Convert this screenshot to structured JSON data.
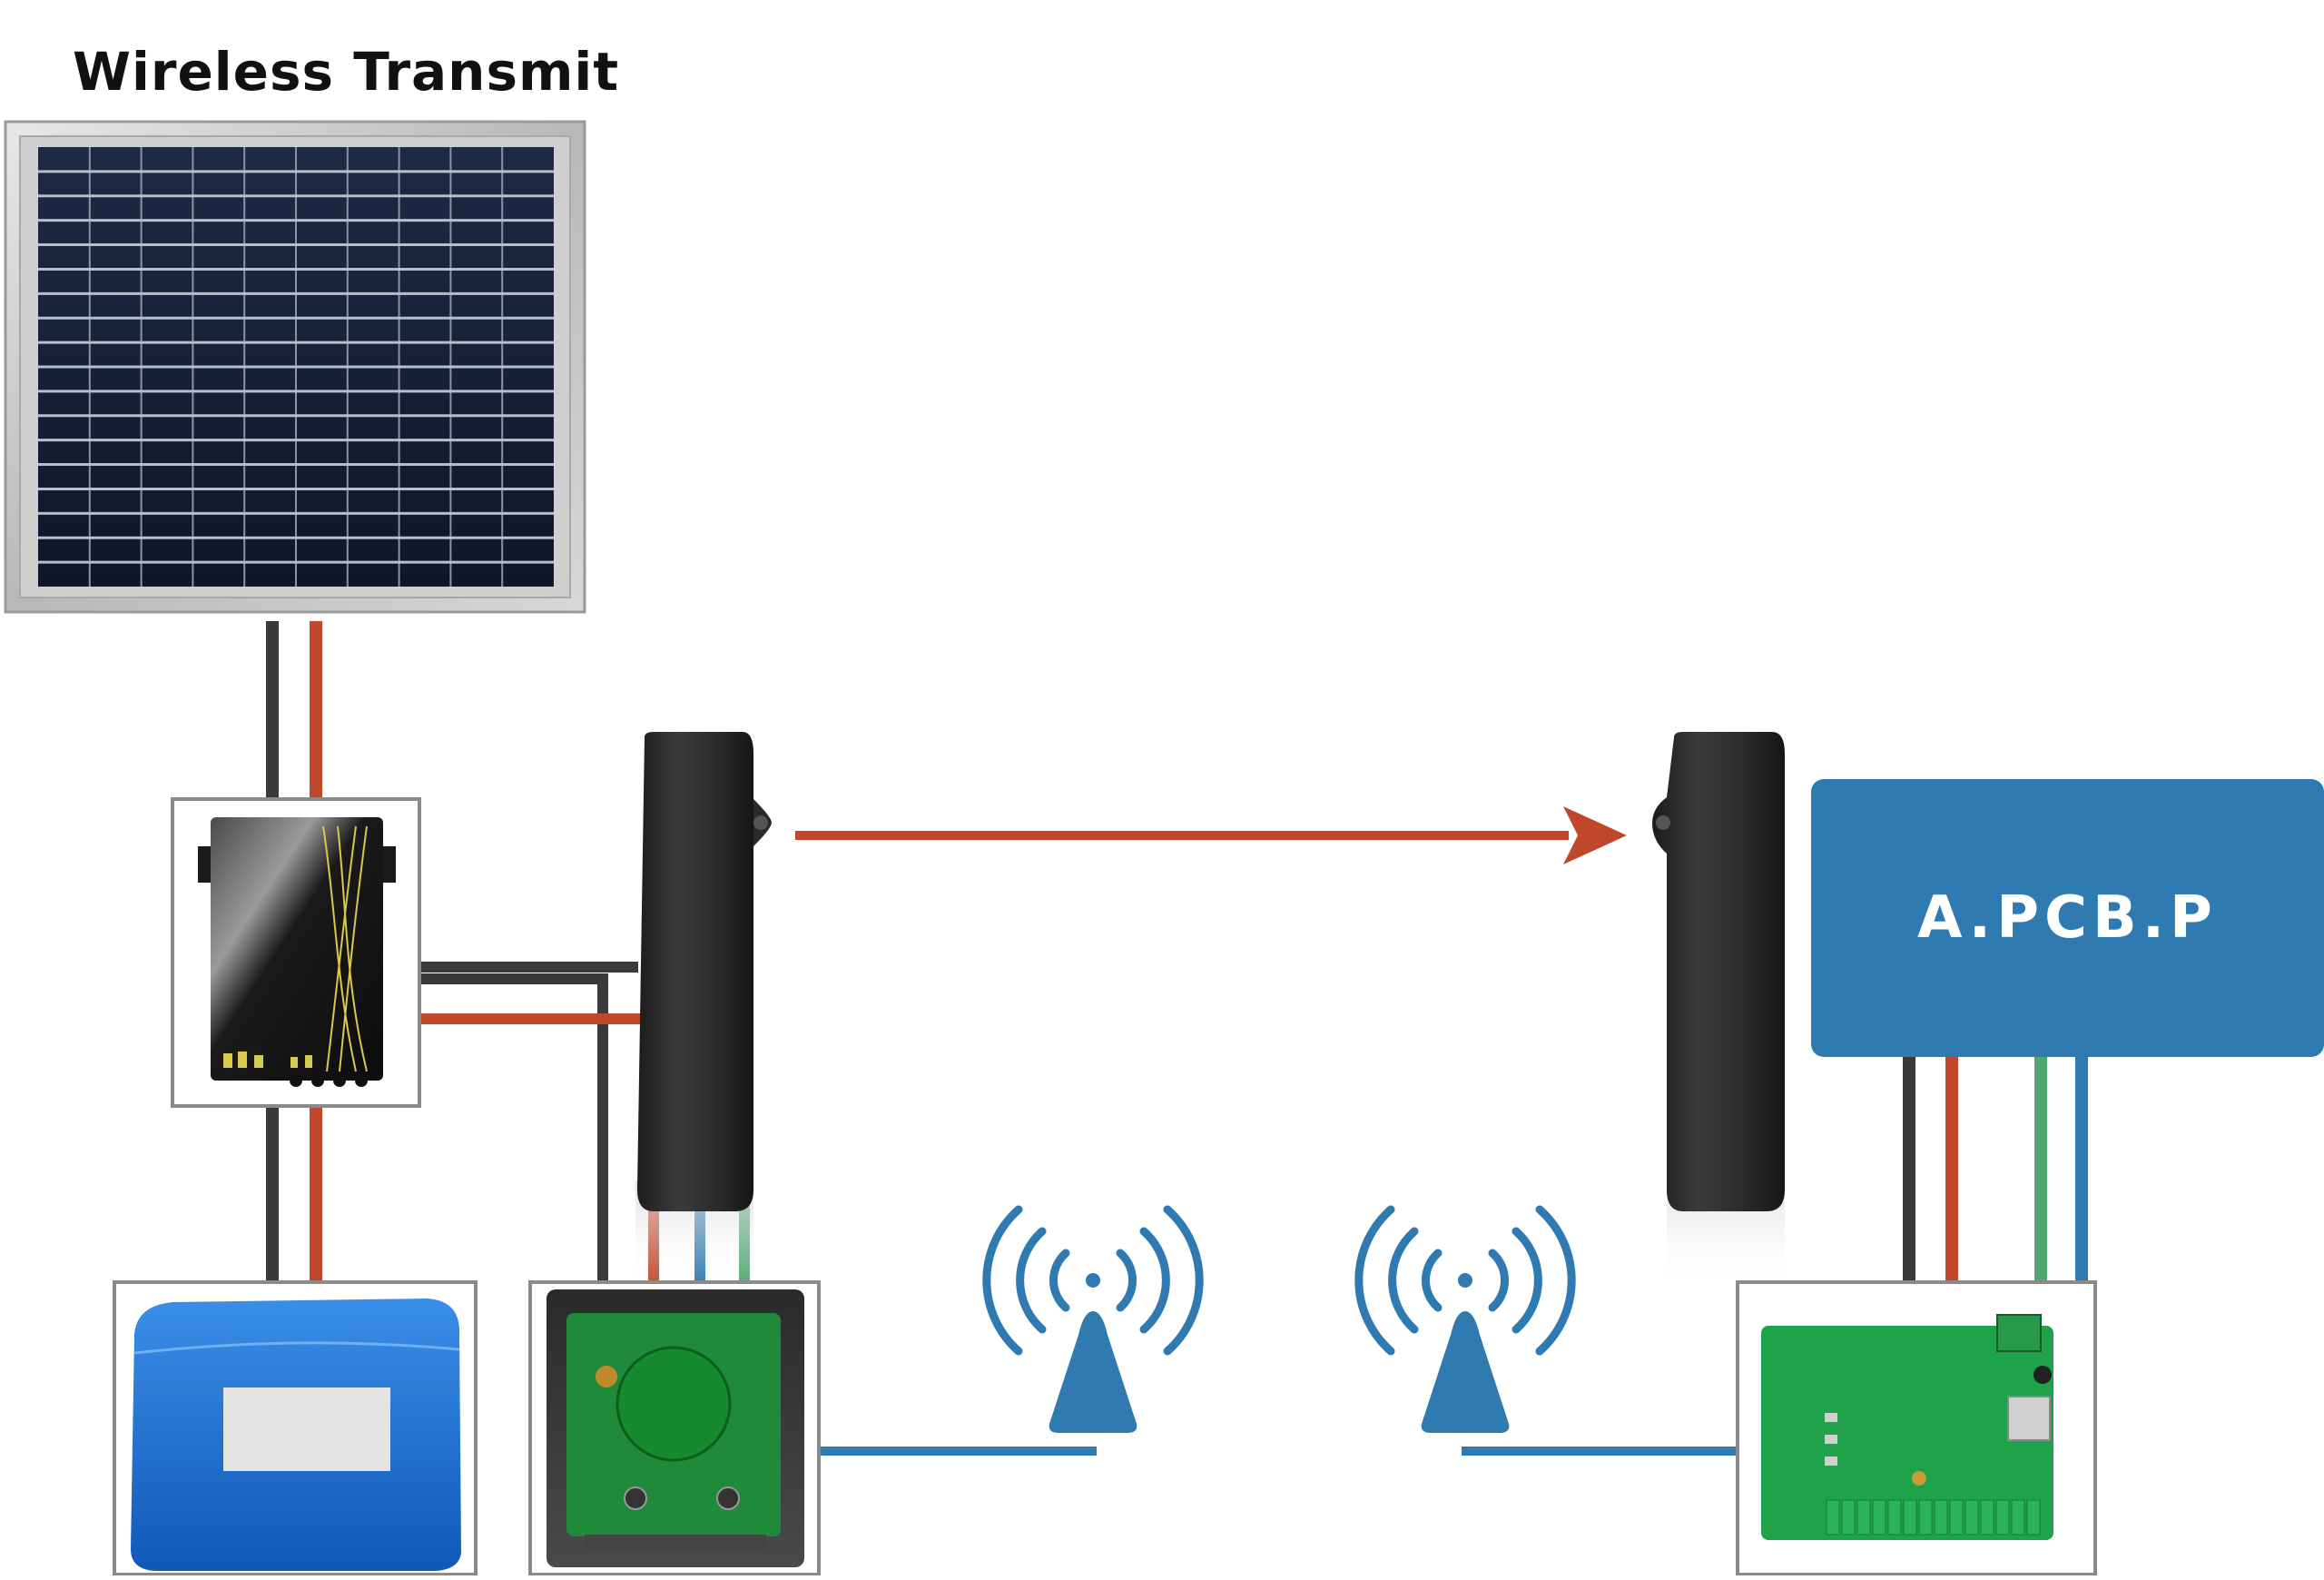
{
  "diagram": {
    "title": "Wireless Transmit",
    "receiver_box_label": "A.PCB.P",
    "components": {
      "solar_panel": "solar-panel",
      "charge_controller": "charge-controller",
      "battery": "battery-pack",
      "transmitter_board": "transmitter-board",
      "transmitter_sensor": "transmitter-sensor",
      "receiver_sensor": "receiver-sensor",
      "receiver_board": "receiver-io-board"
    },
    "colors": {
      "wire_black": "#3a3a3a",
      "wire_red": "#c0482a",
      "wire_blue": "#2f7ab0",
      "wire_green": "#4fa872",
      "beam": "#c0482a",
      "pcb_box": "#2f7ab0",
      "antenna": "#2f7ab0"
    }
  }
}
